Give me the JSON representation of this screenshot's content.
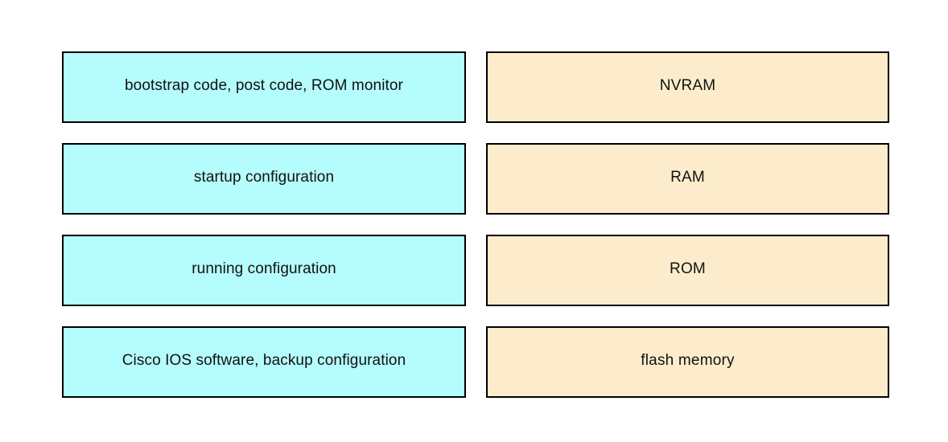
{
  "diagram": {
    "type": "two-column-matching-boxes",
    "background_color": "#ffffff",
    "columns": {
      "left": {
        "name": "descriptions-column",
        "fill_color": "#b5fcfc",
        "border_color": "#000000",
        "items": [
          {
            "label": "bootstrap code, post code, ROM monitor"
          },
          {
            "label": "startup configuration"
          },
          {
            "label": "running configuration"
          },
          {
            "label": "Cisco IOS software, backup configuration"
          }
        ]
      },
      "right": {
        "name": "memory-types-column",
        "fill_color": "#fdeccb",
        "border_color": "#000000",
        "items": [
          {
            "label": "NVRAM"
          },
          {
            "label": "RAM"
          },
          {
            "label": "ROM"
          },
          {
            "label": "flash memory"
          }
        ]
      }
    }
  }
}
